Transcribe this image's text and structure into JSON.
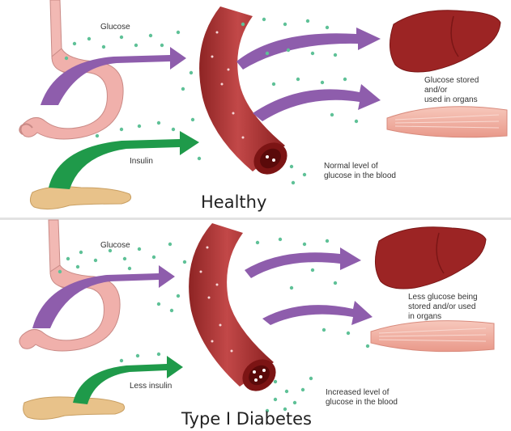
{
  "colors": {
    "glucose_arrow": "#8f5fae",
    "insulin_arrow": "#1f9a4a",
    "glucose_dot": "#62c39a",
    "vessel": "#b03434",
    "liver": "#9a2222",
    "stomach": "#f0b4b0",
    "pancreas": "#e7c089",
    "muscle": "#f3b4a6"
  },
  "panels": [
    {
      "id": "healthy",
      "title": "Healthy",
      "glucose_label": "Glucose",
      "insulin_label": "Insulin",
      "organs_label": [
        "Glucose stored",
        "and/or",
        "used in organs"
      ],
      "blood_label": [
        "Normal level of",
        "glucose in the blood"
      ]
    },
    {
      "id": "type1",
      "title": "Type I Diabetes",
      "glucose_label": "Glucose",
      "insulin_label": "Less insulin",
      "organs_label": [
        "Less glucose being",
        "stored and/or used",
        "in organs"
      ],
      "blood_label": [
        "Increased level of",
        "glucose in the blood"
      ]
    }
  ],
  "icons": {
    "stomach": "stomach-icon",
    "pancreas": "pancreas-icon",
    "liver": "liver-icon",
    "muscle": "muscle-icon",
    "vessel": "blood-vessel-icon"
  }
}
